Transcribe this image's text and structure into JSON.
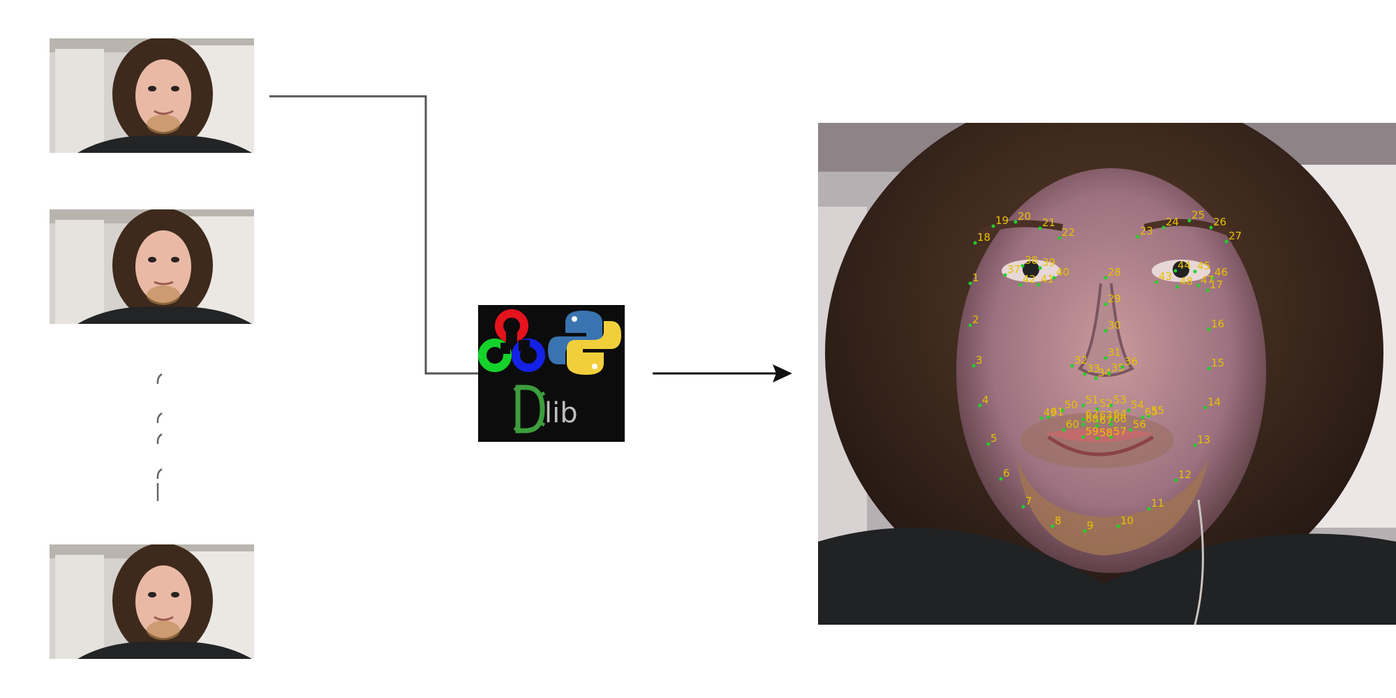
{
  "input_frames": {
    "count_visible": 3,
    "ellipsis": "continuation of frame sequence"
  },
  "pipeline_logos": {
    "items": [
      "opencv-logo",
      "python-logo",
      "dlib-logo"
    ],
    "dlib_text": "lib"
  },
  "colors": {
    "connector": "#555555",
    "arrow": "#111111",
    "landmark_dot": "#1fd12a",
    "landmark_label": "#e8c200",
    "opencv_red": "#e5131d",
    "opencv_green": "#14d32a",
    "opencv_blue": "#1421e6",
    "python_blue": "#3a74b0",
    "python_yellow": "#f2cf3a",
    "dlib_green": "#3c9e3c"
  },
  "landmarks": {
    "labels": [
      "1",
      "2",
      "3",
      "4",
      "5",
      "6",
      "7",
      "8",
      "9",
      "10",
      "11",
      "12",
      "13",
      "14",
      "15",
      "16",
      "17",
      "18",
      "19",
      "20",
      "21",
      "22",
      "23",
      "24",
      "25",
      "26",
      "27",
      "28",
      "29",
      "30",
      "31",
      "32",
      "33",
      "34",
      "35",
      "36",
      "37",
      "38",
      "39",
      "40",
      "41",
      "42",
      "43",
      "44",
      "45",
      "46",
      "47",
      "48",
      "49",
      "50",
      "51",
      "52",
      "53",
      "54",
      "55",
      "56",
      "57",
      "58",
      "59",
      "60",
      "61",
      "62",
      "63",
      "64",
      "65",
      "66",
      "67",
      "68"
    ]
  }
}
